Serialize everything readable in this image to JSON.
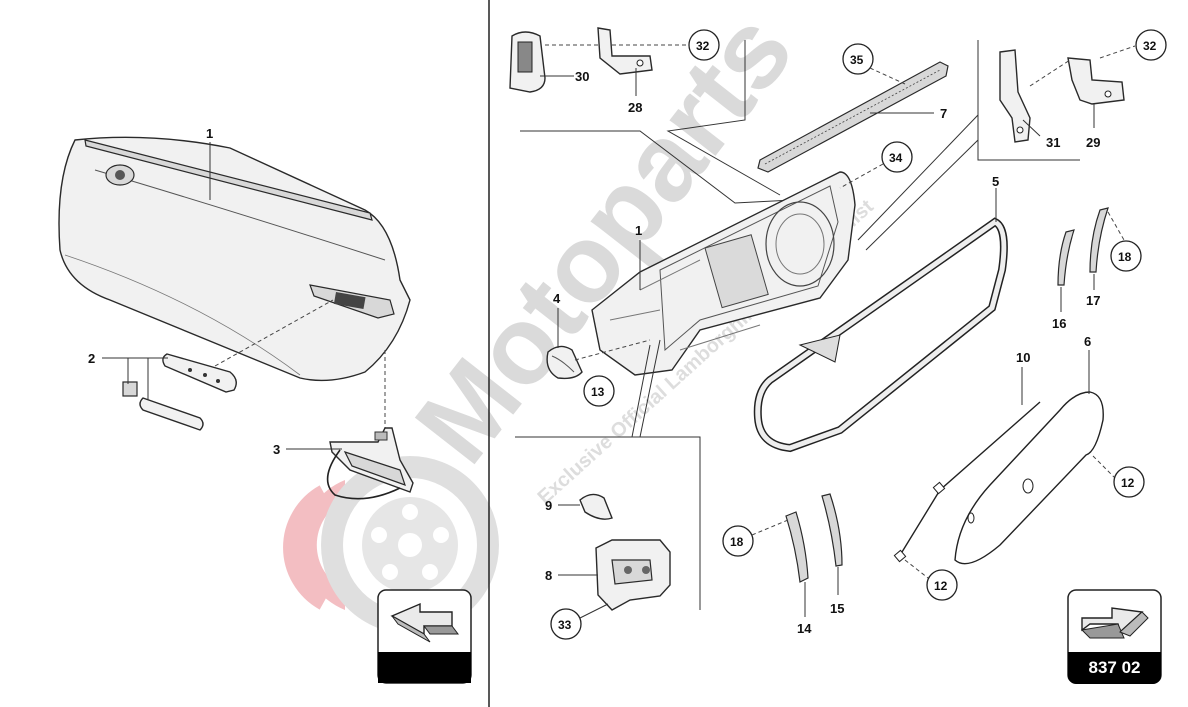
{
  "callouts": {
    "left_1": "1",
    "left_2": "2",
    "left_3": "3",
    "c30": "30",
    "c28": "28",
    "c32a": "32",
    "c35": "35",
    "c7": "7",
    "c32b": "32",
    "c31": "31",
    "c29": "29",
    "c34": "34",
    "c1": "1",
    "c4": "4",
    "c13": "13",
    "c5": "5",
    "c16": "16",
    "c17": "17",
    "c18a": "18",
    "c10": "10",
    "c6": "6",
    "c12a": "12",
    "c9": "9",
    "c8": "8",
    "c33": "33",
    "c18b": "18",
    "c14": "14",
    "c15": "15",
    "c12b": "12"
  },
  "watermark": {
    "brand": "Motoparts",
    "tagline": "Exclusive Official Lamborghini parts specialist"
  },
  "diagram_number": "837 02",
  "icons": [
    "arrow-nav-icon",
    "arrow-nav-icon",
    "watermark-wheel-icon"
  ],
  "colors": {
    "ink": "#2a2a2a",
    "watermark_gray": "#d4d4d4",
    "watermark_red": "#e8a0a6",
    "badge_bg": "#000000"
  }
}
